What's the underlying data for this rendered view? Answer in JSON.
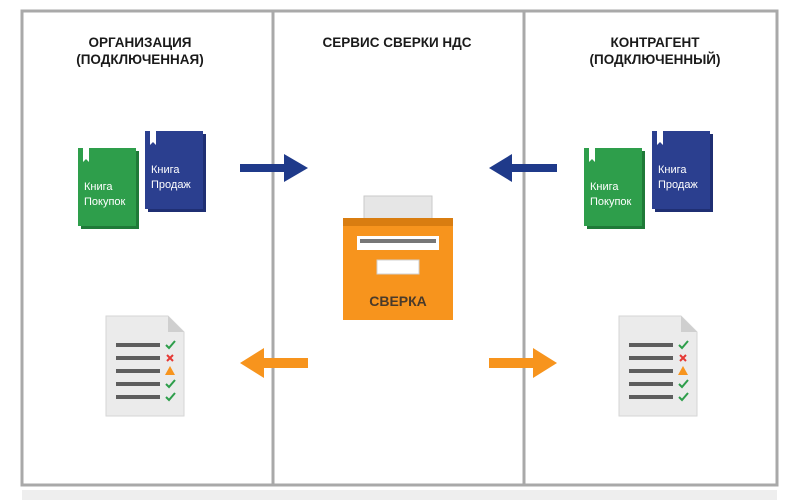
{
  "columns": {
    "left": {
      "title_line1": "ОРГАНИЗАЦИЯ",
      "title_line2": "(ПОДКЛЮЧЕННАЯ)"
    },
    "center": {
      "title_line1": "СЕРВИС СВЕРКИ НДС"
    },
    "right": {
      "title_line1": "КОНТРАГЕНТ",
      "title_line2": "(ПОДКЛЮЧЕННЫЙ)"
    }
  },
  "books": {
    "purchase_line1": "Книга",
    "purchase_line2": "Покупок",
    "sales_line1": "Книга",
    "sales_line2": "Продаж"
  },
  "reconcile_box": {
    "label": "СВЕРКА"
  },
  "colors": {
    "border": "#a9a9a9",
    "book_green": "#2e9e4b",
    "book_blue": "#2b3f8f",
    "arrow_blue": "#1f3a8a",
    "arrow_orange": "#f7941d",
    "box_orange": "#f7941d",
    "check_green": "#2e9e4b",
    "cross_red": "#e53935",
    "warn_orange": "#f7941d"
  }
}
